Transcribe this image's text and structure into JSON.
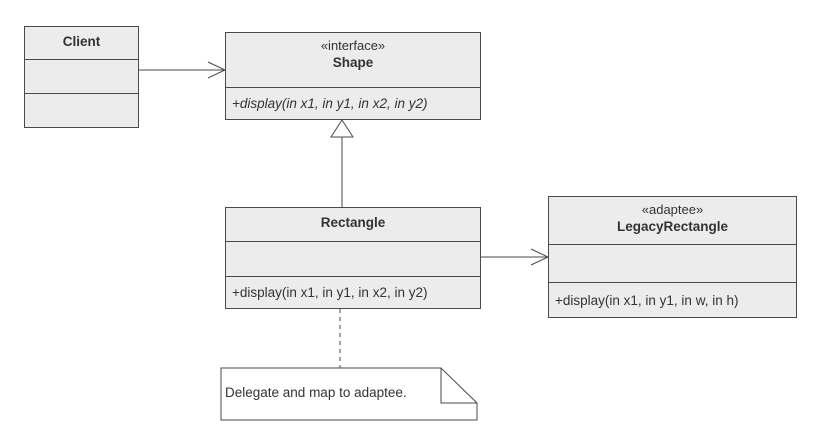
{
  "classes": {
    "client": {
      "name": "Client",
      "stereotype": "",
      "attributes": "",
      "operations": ""
    },
    "shape": {
      "name": "Shape",
      "stereotype": "«interface»",
      "operations": "+display(in x1, in y1, in x2, in y2)"
    },
    "rectangle": {
      "name": "Rectangle",
      "stereotype": "",
      "attributes": "",
      "operations": "+display(in x1, in y1, in x2, in y2)"
    },
    "legacy_rectangle": {
      "name": "LegacyRectangle",
      "stereotype": "«adaptee»",
      "attributes": "",
      "operations": "+display(in x1, in y1, in w, in h)"
    }
  },
  "note": {
    "text": "Delegate and map to adaptee."
  },
  "relationships": [
    {
      "from": "Client",
      "to": "Shape",
      "kind": "association"
    },
    {
      "from": "Rectangle",
      "to": "Shape",
      "kind": "realization"
    },
    {
      "from": "Rectangle",
      "to": "LegacyRectangle",
      "kind": "association"
    },
    {
      "from": "Rectangle",
      "to": "note",
      "kind": "note-anchor"
    }
  ],
  "colors": {
    "box_fill": "#ececec",
    "stroke": "#4a4a4a",
    "text": "#333333"
  }
}
